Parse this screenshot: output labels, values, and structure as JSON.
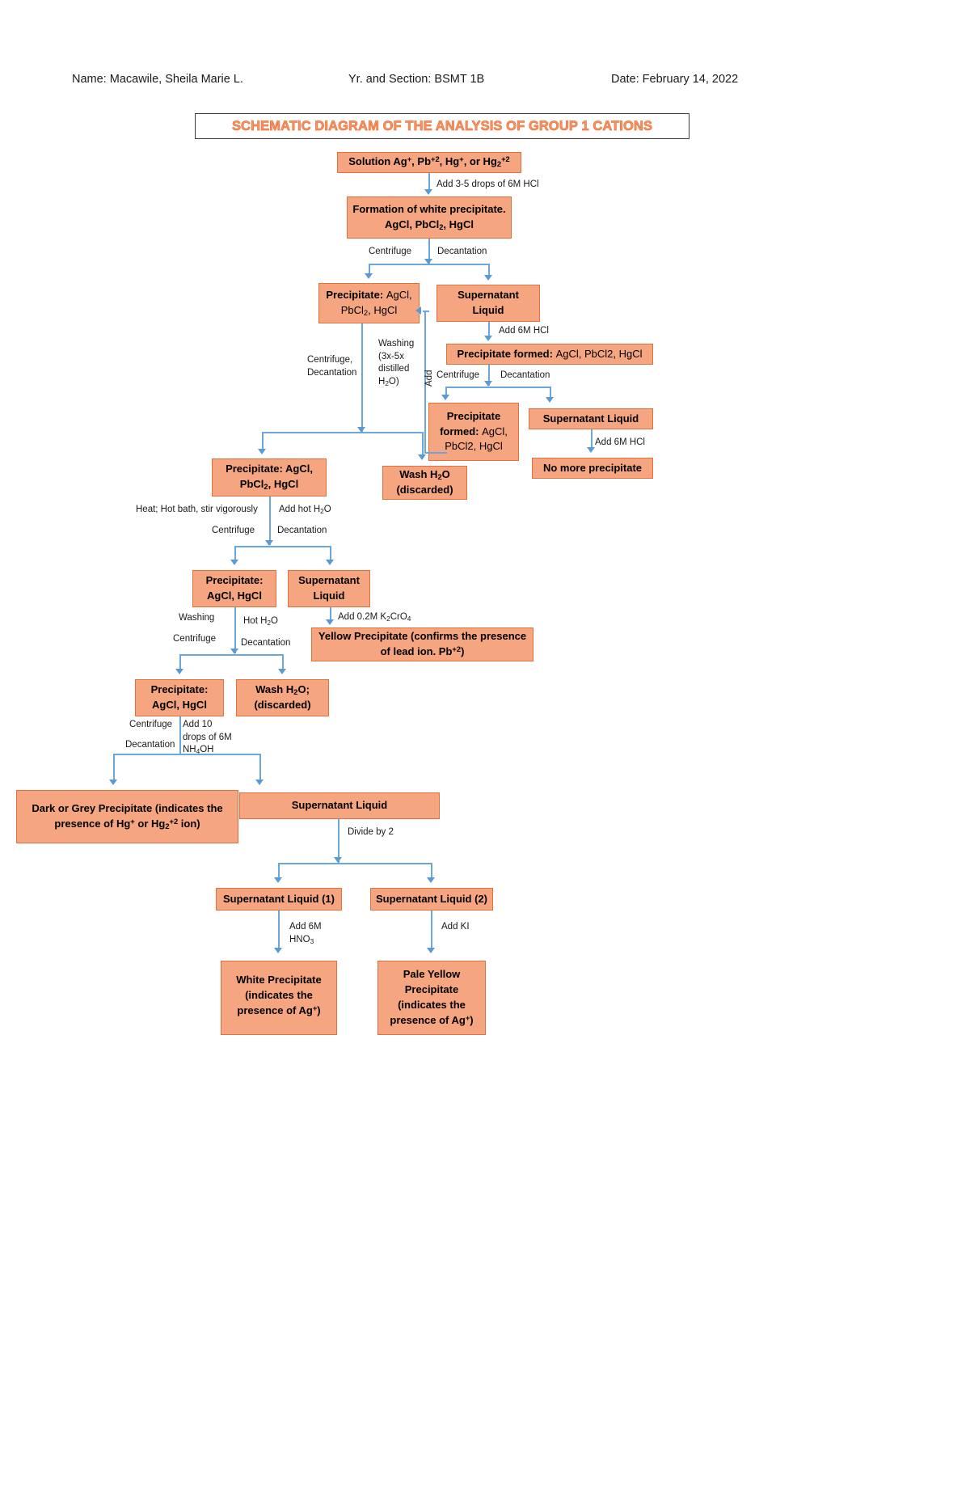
{
  "header": {
    "name": "Name: Macawile, Sheila Marie L.",
    "section": "Yr. and Section: BSMT 1B",
    "date": "Date: February 14, 2022"
  },
  "title": {
    "text": "SCHEMATIC DIAGRAM OF THE ANALYSIS OF GROUP 1 CATIONS",
    "color": "#f4936b",
    "outline": "#ef7234"
  },
  "theme": {
    "box_fill": "#f5a580",
    "box_border": "#e2703a",
    "connector": "#5b9bd5"
  },
  "nodes": {
    "solution": "Solution Ag+, Pb+2, Hg+, or Hg2+2",
    "white_ppt_line1": "Formation of white precipitate.",
    "white_ppt_line2": "AgCl, PbCl2, HgCl",
    "ppt_agcl_pbcl2_hgcl_bold": "Precipitate:",
    "ppt_agcl_pbcl2_hgcl_rest_l1": "AgCl,",
    "ppt_agcl_pbcl2_hgcl_rest_l2": "PbCl2, HgCl",
    "supernatant_1_l1": "Supernatant",
    "supernatant_1_l2": "Liquid",
    "ppt_formed_bold": "Precipitate formed:",
    "ppt_formed_rest": "AgCl, PbCl2, HgCl",
    "ppt_formed2_bold_l1": "Precipitate",
    "ppt_formed2_bold_l2": "formed:",
    "ppt_formed2_rest_l2": "AgCl,",
    "ppt_formed2_rest_l3": "PbCl2, HgCl",
    "supernatant_liquid_right": "Supernatant Liquid",
    "no_more_precipitate": "No more precipitate",
    "ppt_agcl_pbcl2_hgcl2_l1": "Precipitate: AgCl,",
    "ppt_agcl_pbcl2_hgcl2_l2": "PbCl2, HgCl",
    "wash_h2o_l1": "Wash H2O",
    "wash_h2o_l2": "(discarded)",
    "ppt_agcl_hgcl_l1": "Precipitate:",
    "ppt_agcl_hgcl_l2": "AgCl, HgCl",
    "supernatant_2_l1": "Supernatant",
    "supernatant_2_l2": "Liquid",
    "yellow_ppt_l1": "Yellow Precipitate (confirms the presence",
    "yellow_ppt_l2": "of lead ion. Pb+2)",
    "ppt_agcl_hgcl2_l1": "Precipitate:",
    "ppt_agcl_hgcl2_l2": "AgCl, HgCl",
    "wash_h2o2_l1": "Wash H2O;",
    "wash_h2o2_l2": "(discarded)",
    "dark_grey_l1": "Dark or Grey Precipitate (indicates the",
    "dark_grey_l2": "presence of Hg+ or Hg2+2 ion)",
    "supernatant_3": "Supernatant Liquid",
    "supernatant_liquid_1": "Supernatant Liquid (1)",
    "supernatant_liquid_2": "Supernatant Liquid (2)",
    "white_ppt_l1": "White Precipitate",
    "white_ppt_l2": "(indicates the",
    "white_ppt_l3": "presence of Ag+)",
    "pale_yellow_l1": "Pale Yellow",
    "pale_yellow_l2": "Precipitate",
    "pale_yellow_l3": "(indicates the",
    "pale_yellow_l4": "presence of Ag+)"
  },
  "edge_labels": {
    "add_3_5_drops_hcl": "Add 3-5 drops of 6M HCl",
    "centrifuge_1": "Centrifuge",
    "decantation_1": "Decantation",
    "add_6m_hcl_1": "Add 6M HCl",
    "centrifuge_2": "Centrifuge",
    "decantation_2": "Decantation",
    "add_6m_hcl_2": "Add 6M HCl",
    "centrifuge_decantation_l1": "Centrifuge,",
    "centrifuge_decantation_l2": "Decantation",
    "washing_l1": "Washing",
    "washing_l2": "(3x-5x",
    "washing_l3": "distilled",
    "washing_l4": "H2O)",
    "add_rotated": "Add",
    "heat_hot_bath": "Heat; Hot bath, stir vigorously",
    "add_hot_h2o": "Add hot H2O",
    "centrifuge_3": "Centrifuge",
    "decantation_3": "Decantation",
    "washing_2": "Washing",
    "hot_h2o": "Hot H2O",
    "centrifuge_4": "Centrifuge",
    "decantation_4": "Decantation",
    "add_k2cro4": "Add 0.2M K2CrO4",
    "centrifuge_5": "Centrifuge",
    "decantation_5": "Decantation",
    "add_10_drops_l1": "Add 10",
    "add_10_drops_l2": "drops of 6M",
    "add_10_drops_l3": "NH4OH",
    "divide_by_2": "Divide by 2",
    "add_6m_hno3_l1": "Add 6M",
    "add_6m_hno3_l2": "HNO3",
    "add_ki": "Add KI"
  }
}
